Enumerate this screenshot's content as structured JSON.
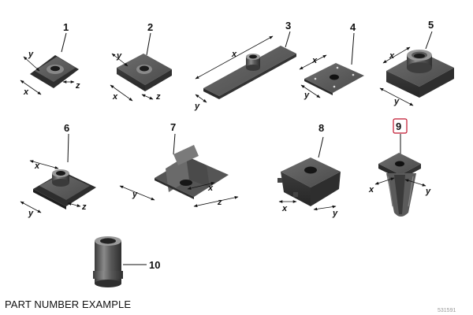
{
  "caption": "PART NUMBER EXAMPLE",
  "doc_id": "531591",
  "selected_part": "9",
  "colors": {
    "part_dark": "#3a3a3a",
    "part_mid": "#6b6b6b",
    "part_light": "#9a9a9a",
    "highlight": "#c0152d"
  },
  "parts": [
    {
      "number": "1",
      "dims": [
        "x",
        "y",
        "z"
      ]
    },
    {
      "number": "2",
      "dims": [
        "x",
        "y",
        "z"
      ]
    },
    {
      "number": "3",
      "dims": [
        "x",
        "y"
      ]
    },
    {
      "number": "4",
      "dims": [
        "x",
        "y"
      ]
    },
    {
      "number": "5",
      "dims": [
        "x",
        "y"
      ]
    },
    {
      "number": "6",
      "dims": [
        "x",
        "y",
        "z"
      ]
    },
    {
      "number": "7",
      "dims": [
        "x",
        "y",
        "z"
      ]
    },
    {
      "number": "8",
      "dims": [
        "x",
        "y"
      ]
    },
    {
      "number": "9",
      "dims": [
        "x",
        "y"
      ]
    },
    {
      "number": "10",
      "dims": []
    }
  ]
}
